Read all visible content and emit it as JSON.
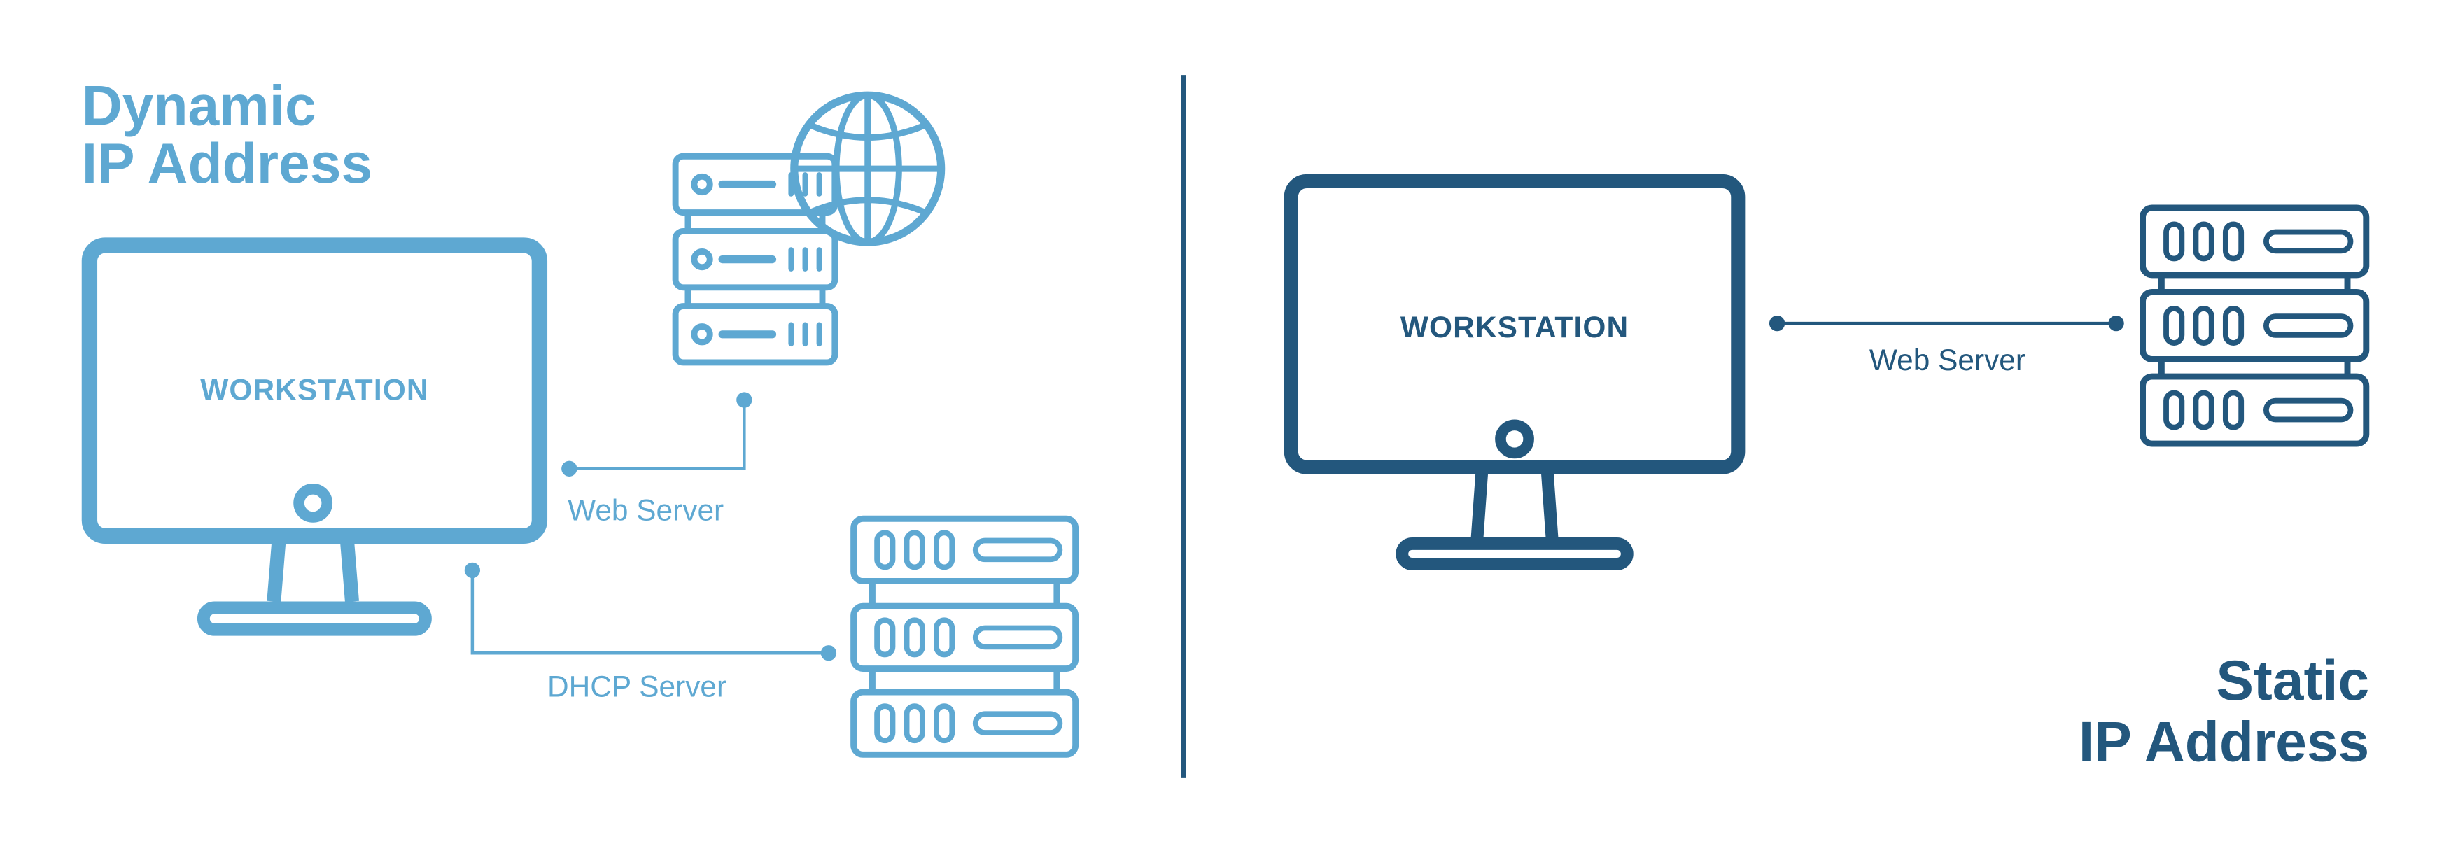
{
  "colors": {
    "dynamic": "#5ea8d2",
    "static": "#23577d",
    "divider": "#23577d"
  },
  "dynamic": {
    "title_line1": "Dynamic",
    "title_line2": "IP Address",
    "workstation_label": "WORKSTATION",
    "web_server_label": "Web Server",
    "dhcp_server_label": "DHCP Server",
    "web_server_icon": "server-rack-globe-icon",
    "dhcp_server_icon": "server-rack-icon"
  },
  "static": {
    "title_line1": "Static",
    "title_line2": "IP Address",
    "workstation_label": "WORKSTATION",
    "web_server_label": "Web Server",
    "web_server_icon": "server-rack-icon"
  }
}
